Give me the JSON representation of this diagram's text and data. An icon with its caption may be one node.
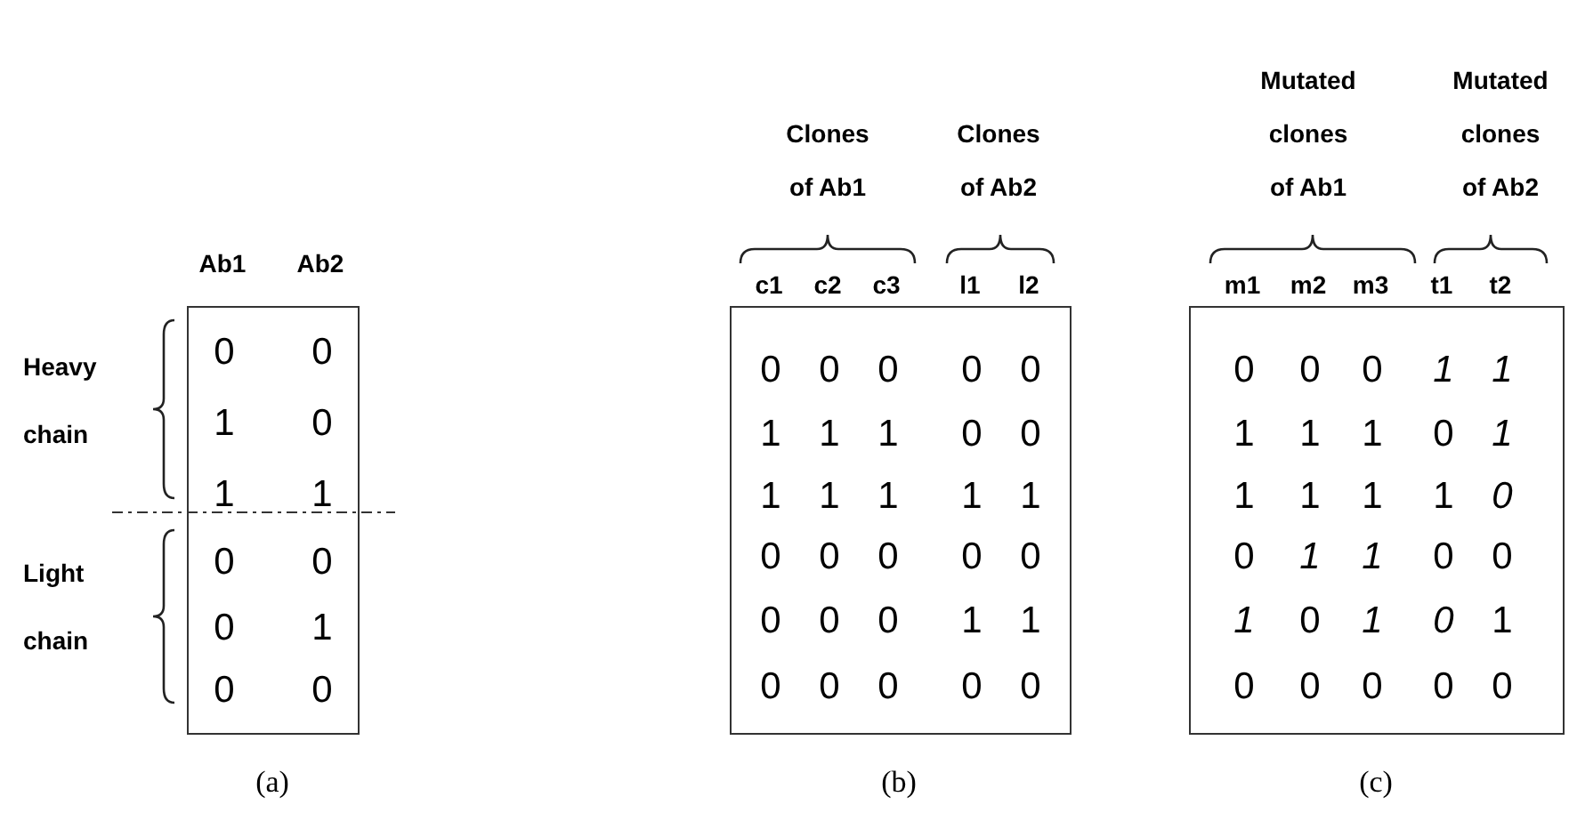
{
  "diagram": {
    "nodes": [
      {
        "text": [
          "0",
          "0",
          "1",
          "0",
          "1",
          "1",
          "0",
          "0",
          "0",
          "1",
          "0",
          "0"
        ]
      },
      {
        "text": [
          "0",
          "0",
          "0",
          "0",
          "0",
          "1",
          "1",
          "1",
          "0",
          "0",
          "1",
          "1",
          "1",
          "1",
          "1",
          "0",
          "0",
          "0",
          "0",
          "0",
          "0",
          "0",
          "0",
          "1",
          "1",
          "0",
          "0",
          "0",
          "0",
          "0"
        ]
      },
      {
        "text": [
          "0",
          "0",
          "0",
          "*1*",
          "*1*",
          "1",
          "1",
          "1",
          "0",
          "*1*",
          "1",
          "1",
          "1",
          "1",
          "*0*",
          "0",
          "*1*",
          "*1*",
          "0",
          "0",
          "*1*",
          "0",
          "*1*",
          "*0*",
          "1",
          "0",
          "0",
          "0",
          "0",
          "0"
        ]
      }
    ],
    "labels": [
      "Ab1",
      "Ab2",
      "Heavy chain",
      "Light chain",
      "Clones of Ab1",
      "Clones of Ab2",
      "c1",
      "c2",
      "c3",
      "l1",
      "l2",
      "Mutated clones of Ab1",
      "Mutated clones of Ab2",
      "m1",
      "m2",
      "m3",
      "t1",
      "t2",
      "(a)",
      "(b)",
      "(c)"
    ]
  }
}
